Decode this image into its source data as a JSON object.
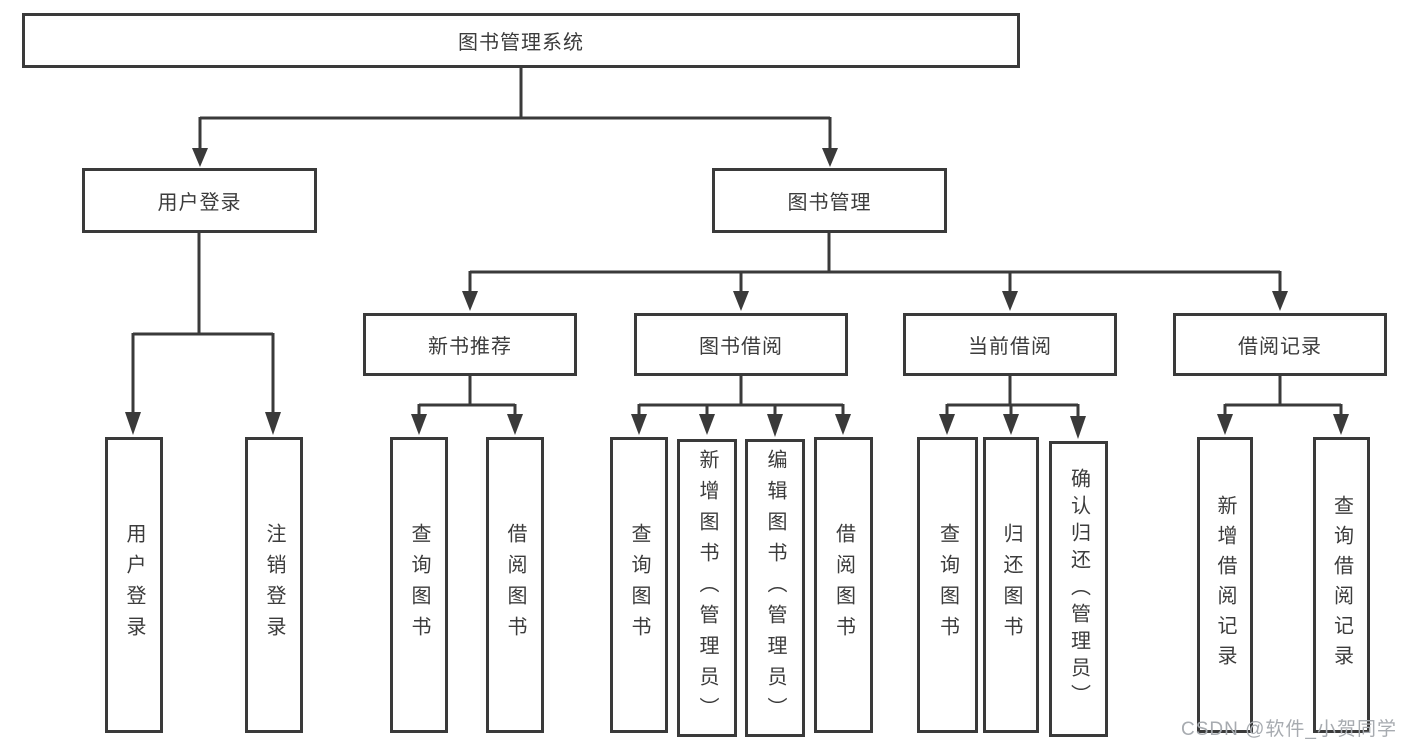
{
  "diagram": {
    "type": "hierarchy-tree",
    "colors": {
      "line": "#3a3a3a",
      "box_border": "#3a3a3a",
      "text": "#3c3c3c",
      "background": "#ffffff",
      "watermark": "#a7abb0"
    },
    "nodes": {
      "root": {
        "label": "图书管理系统"
      },
      "level2": [
        {
          "id": "user-login",
          "label": "用户登录"
        },
        {
          "id": "book-management",
          "label": "图书管理"
        }
      ],
      "level3": [
        {
          "id": "new-book-recommend",
          "label": "新书推荐",
          "parent": "book-management"
        },
        {
          "id": "book-borrow",
          "label": "图书借阅",
          "parent": "book-management"
        },
        {
          "id": "current-borrow",
          "label": "当前借阅",
          "parent": "book-management"
        },
        {
          "id": "borrow-record",
          "label": "借阅记录",
          "parent": "book-management"
        }
      ],
      "leaves": [
        {
          "parent": "user-login",
          "label": "用户登录"
        },
        {
          "parent": "user-login",
          "label": "注销登录"
        },
        {
          "parent": "new-book-recommend",
          "label": "查询图书"
        },
        {
          "parent": "new-book-recommend",
          "label": "借阅图书"
        },
        {
          "parent": "book-borrow",
          "label": "查询图书"
        },
        {
          "parent": "book-borrow",
          "label": "新增图书（管理员）"
        },
        {
          "parent": "book-borrow",
          "label": "编辑图书（管理员）"
        },
        {
          "parent": "book-borrow",
          "label": "借阅图书"
        },
        {
          "parent": "current-borrow",
          "label": "查询图书"
        },
        {
          "parent": "current-borrow",
          "label": "归还图书"
        },
        {
          "parent": "current-borrow",
          "label": "确认归还（管理员）"
        },
        {
          "parent": "borrow-record",
          "label": "新增借阅记录"
        },
        {
          "parent": "borrow-record",
          "label": "查询借阅记录"
        }
      ]
    },
    "watermark": "CSDN @软件_小贺同学"
  }
}
